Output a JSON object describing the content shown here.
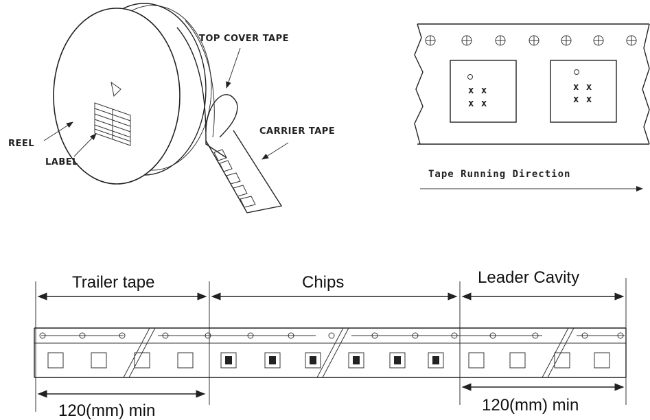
{
  "reel_figure": {
    "top_cover_tape": "TOP COVER TAPE",
    "carrier_tape": "CARRIER TAPE",
    "reel": "REEL",
    "label": "LABEL"
  },
  "direction_figure": {
    "running_direction": "Tape Running Direction",
    "pin1_marker": "o",
    "pad_marks": "x x"
  },
  "tape_figure": {
    "trailer": "Trailer tape",
    "chips": "Chips",
    "leader": "Leader Cavity",
    "min_left": "120(mm) min",
    "min_right": "120(mm) min"
  }
}
